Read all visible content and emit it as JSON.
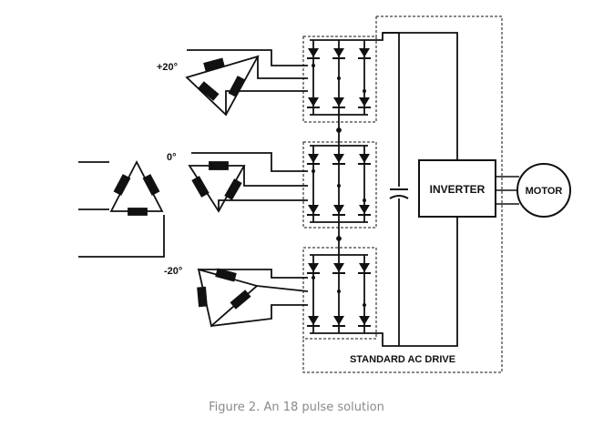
{
  "labels": {
    "phase_plus20": "+20°",
    "phase_0": "0°",
    "phase_minus20": "-20°",
    "inverter": "INVERTER",
    "motor": "MOTOR",
    "drive": "STANDARD AC DRIVE"
  },
  "caption": "Figure 2. An 18 pulse solution"
}
